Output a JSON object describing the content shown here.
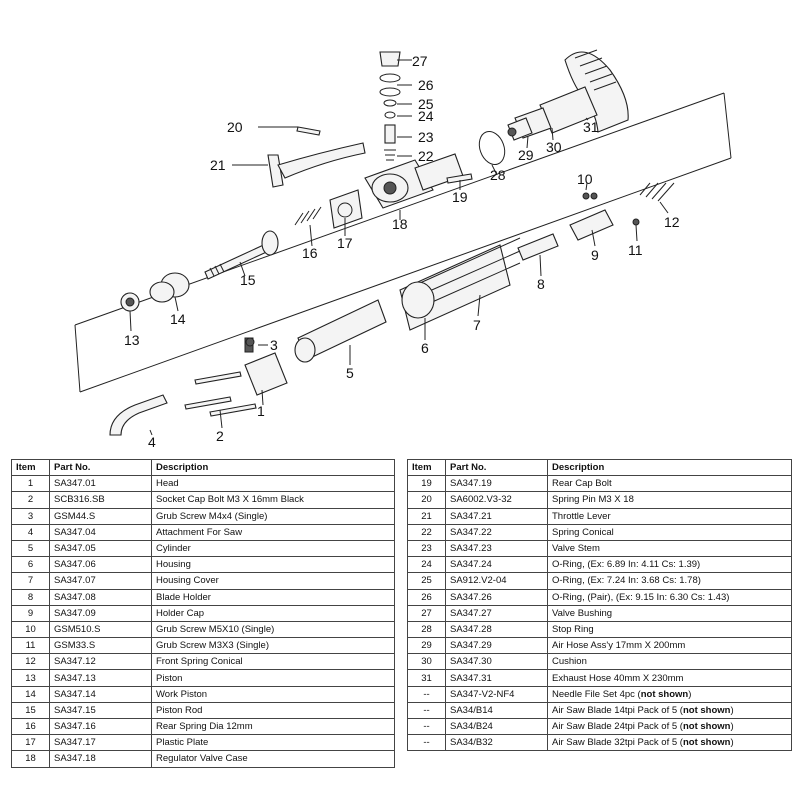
{
  "table_headers": {
    "item": "Item",
    "part_no": "Part No.",
    "description": "Description"
  },
  "callouts": {
    "c1": "1",
    "c2": "2",
    "c3": "3",
    "c4": "4",
    "c5": "5",
    "c6": "6",
    "c7": "7",
    "c8": "8",
    "c9": "9",
    "c10": "10",
    "c11": "11",
    "c12": "12",
    "c13": "13",
    "c14": "14",
    "c15": "15",
    "c16": "16",
    "c17": "17",
    "c18": "18",
    "c19": "19",
    "c20": "20",
    "c21": "21",
    "c22": "22",
    "c23": "23",
    "c24": "24",
    "c25": "25",
    "c26": "26",
    "c27": "27",
    "c28": "28",
    "c29": "29",
    "c30": "30",
    "c31": "31"
  },
  "left_rows": [
    {
      "item": "1",
      "part": "SA347.01",
      "desc": "Head"
    },
    {
      "item": "2",
      "part": "SCB316.SB",
      "desc": "Socket Cap Bolt M3 X 16mm Black"
    },
    {
      "item": "3",
      "part": "GSM44.S",
      "desc": "Grub Screw M4x4 (Single)"
    },
    {
      "item": "4",
      "part": "SA347.04",
      "desc": "Attachment For Saw"
    },
    {
      "item": "5",
      "part": "SA347.05",
      "desc": "Cylinder"
    },
    {
      "item": "6",
      "part": "SA347.06",
      "desc": "Housing"
    },
    {
      "item": "7",
      "part": "SA347.07",
      "desc": "Housing Cover"
    },
    {
      "item": "8",
      "part": "SA347.08",
      "desc": "Blade Holder"
    },
    {
      "item": "9",
      "part": "SA347.09",
      "desc": "Holder Cap"
    },
    {
      "item": "10",
      "part": "GSM510.S",
      "desc": "Grub Screw M5X10 (Single)"
    },
    {
      "item": "11",
      "part": "GSM33.S",
      "desc": "Grub Screw M3X3 (Single)"
    },
    {
      "item": "12",
      "part": "SA347.12",
      "desc": "Front  Spring Conical"
    },
    {
      "item": "13",
      "part": "SA347.13",
      "desc": "Piston"
    },
    {
      "item": "14",
      "part": "SA347.14",
      "desc": "Work Piston"
    },
    {
      "item": "15",
      "part": "SA347.15",
      "desc": "Piston Rod"
    },
    {
      "item": "16",
      "part": "SA347.16",
      "desc": "Rear Spring Dia 12mm"
    },
    {
      "item": "17",
      "part": "SA347.17",
      "desc": "Plastic Plate"
    },
    {
      "item": "18",
      "part": "SA347.18",
      "desc": "Regulator Valve Case"
    }
  ],
  "right_rows": [
    {
      "item": "19",
      "part": "SA347.19",
      "desc": "Rear Cap Bolt",
      "desc_bold": ""
    },
    {
      "item": "20",
      "part": "SA6002.V3-32",
      "desc": "Spring Pin M3 X 18",
      "desc_bold": ""
    },
    {
      "item": "21",
      "part": "SA347.21",
      "desc": "Throttle Lever",
      "desc_bold": ""
    },
    {
      "item": "22",
      "part": "SA347.22",
      "desc": "Spring Conical",
      "desc_bold": ""
    },
    {
      "item": "23",
      "part": "SA347.23",
      "desc": "Valve Stem",
      "desc_bold": ""
    },
    {
      "item": "24",
      "part": "SA347.24",
      "desc": "O-Ring, (Ex: 6.89 In: 4.11 Cs: 1.39)",
      "desc_bold": ""
    },
    {
      "item": "25",
      "part": "SA912.V2-04",
      "desc": "O-Ring, (Ex: 7.24 In: 3.68 Cs: 1.78)",
      "desc_bold": ""
    },
    {
      "item": "26",
      "part": "SA347.26",
      "desc": "O-Ring, (Pair), (Ex: 9.15 In: 6.30 Cs: 1.43)",
      "desc_bold": ""
    },
    {
      "item": "27",
      "part": "SA347.27",
      "desc": "Valve Bushing",
      "desc_bold": ""
    },
    {
      "item": "28",
      "part": "SA347.28",
      "desc": "Stop Ring",
      "desc_bold": ""
    },
    {
      "item": "29",
      "part": "SA347.29",
      "desc": "Air Hose Ass'y 17mm X 200mm",
      "desc_bold": ""
    },
    {
      "item": "30",
      "part": "SA347.30",
      "desc": "Cushion",
      "desc_bold": ""
    },
    {
      "item": "31",
      "part": "SA347.31",
      "desc": "Exhaust Hose 40mm X 230mm",
      "desc_bold": ""
    },
    {
      "item": "--",
      "part": "SA347-V2-NF4",
      "desc": "Needle File Set 4pc (",
      "desc_bold": "not shown",
      "desc_end": ")"
    },
    {
      "item": "--",
      "part": "SA34/B14",
      "desc": "Air Saw Blade 14tpi Pack of 5 (",
      "desc_bold": "not shown",
      "desc_end": ")"
    },
    {
      "item": "--",
      "part": "SA34/B24",
      "desc": "Air Saw Blade 24tpi Pack of 5 (",
      "desc_bold": "not shown",
      "desc_end": ")"
    },
    {
      "item": "--",
      "part": "SA34/B32",
      "desc": "Air Saw Blade 32tpi Pack of 5 (",
      "desc_bold": "not shown",
      "desc_end": ")"
    }
  ]
}
